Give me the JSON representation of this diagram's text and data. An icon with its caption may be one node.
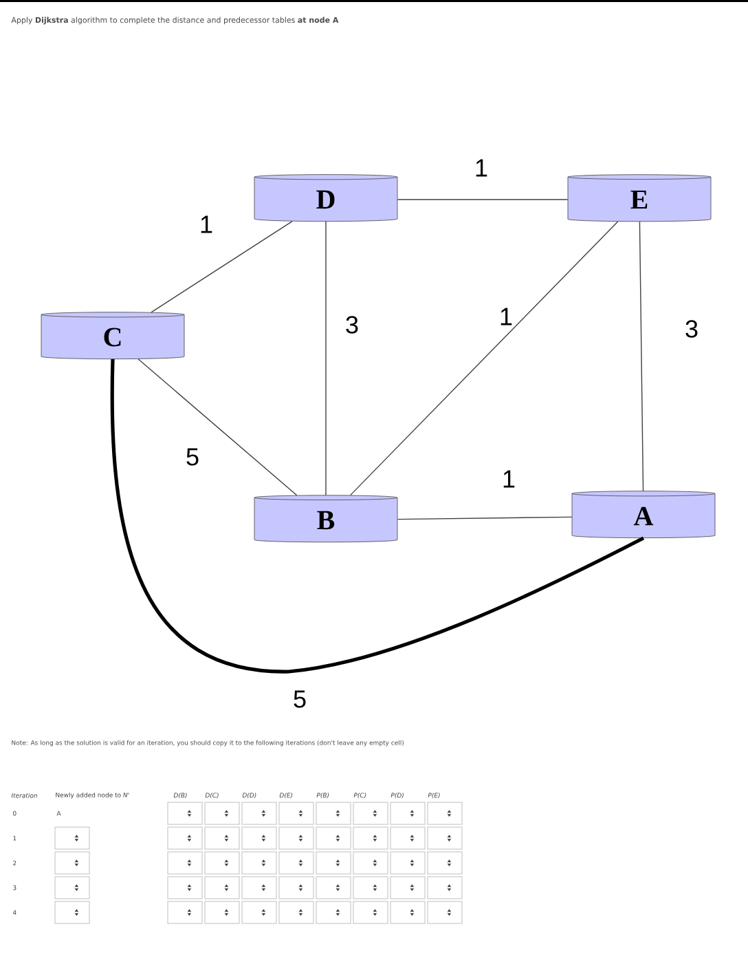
{
  "diagram": {
    "title": "Apply **Dijkstra** algorithm to complete the distance and predecessor tables **at node A**",
    "nodes": [
      {
        "text": [
          "D"
        ]
      },
      {
        "text": [
          "E"
        ]
      },
      {
        "text": [
          "C"
        ]
      },
      {
        "text": [
          "B"
        ]
      },
      {
        "text": [
          "A"
        ]
      }
    ],
    "edges": [
      {
        "from": 0,
        "to": 1,
        "arrow": "none",
        "label": "1"
      },
      {
        "from": 2,
        "to": 0,
        "arrow": "none",
        "label": "1"
      },
      {
        "from": 0,
        "to": 3,
        "arrow": "none",
        "label": "3"
      },
      {
        "from": 3,
        "to": 1,
        "arrow": "none",
        "label": "1"
      },
      {
        "from": 1,
        "to": 4,
        "arrow": "none",
        "label": "3"
      },
      {
        "from": 2,
        "to": 3,
        "arrow": "none",
        "label": "5"
      },
      {
        "from": 3,
        "to": 4,
        "arrow": "none",
        "label": "1"
      },
      {
        "from": 2,
        "to": 4,
        "arrow": "none",
        "label": "5",
        "style": "thick"
      }
    ],
    "labels": [
      "Note: As long as the solution is valid for an iteration, you should copy it to the following iterations (don't leave any empty cell)",
      "Iteration",
      "Newly added node to *N'*",
      "D(B)",
      "D(C)",
      "D(D)",
      "D(E)",
      "P(B)",
      "P(C)",
      "P(D)",
      "P(E)",
      "0",
      "A",
      "1",
      "2",
      "3",
      "4"
    ]
  }
}
